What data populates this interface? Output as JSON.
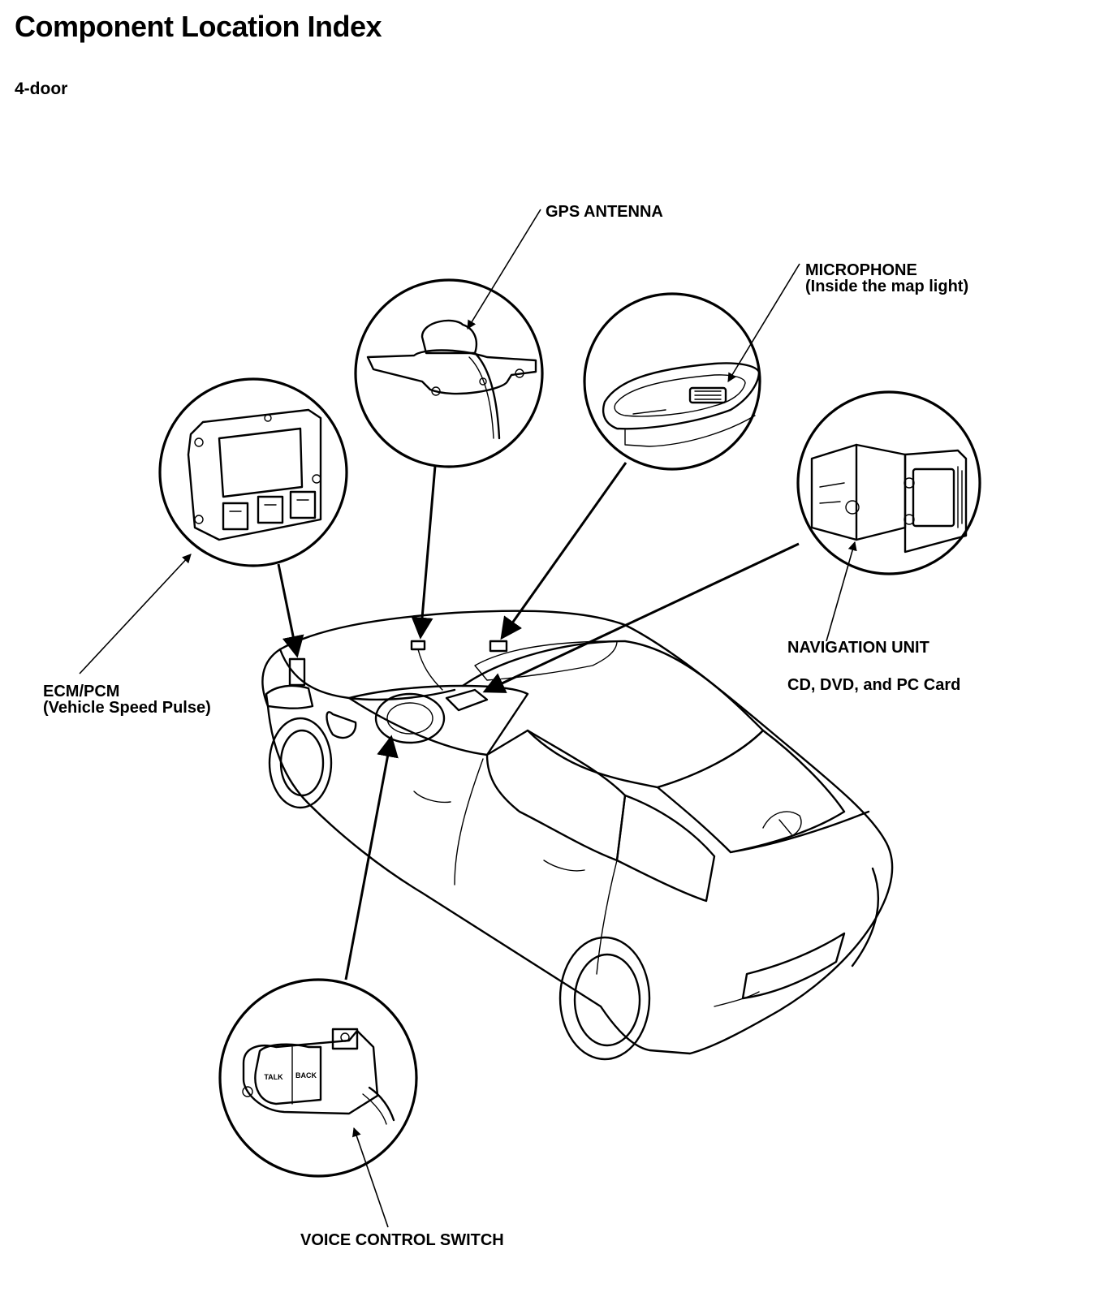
{
  "page": {
    "title": "Component Location Index",
    "subtitle": "4-door"
  },
  "labels": {
    "gps_antenna": "GPS ANTENNA",
    "microphone": "MICROPHONE",
    "microphone_note": "(Inside the map light)",
    "ecm_pcm": "ECM/PCM",
    "ecm_pcm_note": "(Vehicle Speed Pulse)",
    "navigation_unit": "NAVIGATION UNIT",
    "navigation_unit_note": "CD, DVD, and PC Card",
    "voice_control_switch": "VOICE CONTROL SWITCH"
  },
  "switch_buttons": {
    "left": "TALK",
    "right": "BACK"
  }
}
